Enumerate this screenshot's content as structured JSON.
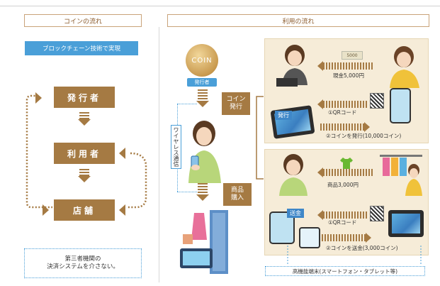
{
  "headers": {
    "left": "コインの流れ",
    "right": "利用の流れ"
  },
  "left": {
    "banner": "ブロックチェーン技術で実現",
    "issuer": "発行者",
    "user": "利用者",
    "store": "店舗",
    "note_line1": "第三者機関の",
    "note_line2": "決済システムを介さない。"
  },
  "right": {
    "coin_text": "COIN",
    "issuer_tag": "発行者",
    "coin_issue_line1": "コイン",
    "coin_issue_line2": "発行",
    "wireless": "ワイヤレス通信",
    "product_line1": "商品",
    "product_line2": "購入",
    "top_panel": {
      "bill": "5000",
      "cash": "現金5,000円",
      "qr": "①QRコード",
      "issue_tag": "発行",
      "issue_coin": "②コインを発行(10,000コイン)"
    },
    "bottom_panel": {
      "goods": "商品3,000円",
      "send_tag": "送金",
      "qr": "①QRコード",
      "send_coin": "②コインを送金(3,000コイン)"
    },
    "footer": "高機能端末(スマートフォン・タブレット等)"
  }
}
